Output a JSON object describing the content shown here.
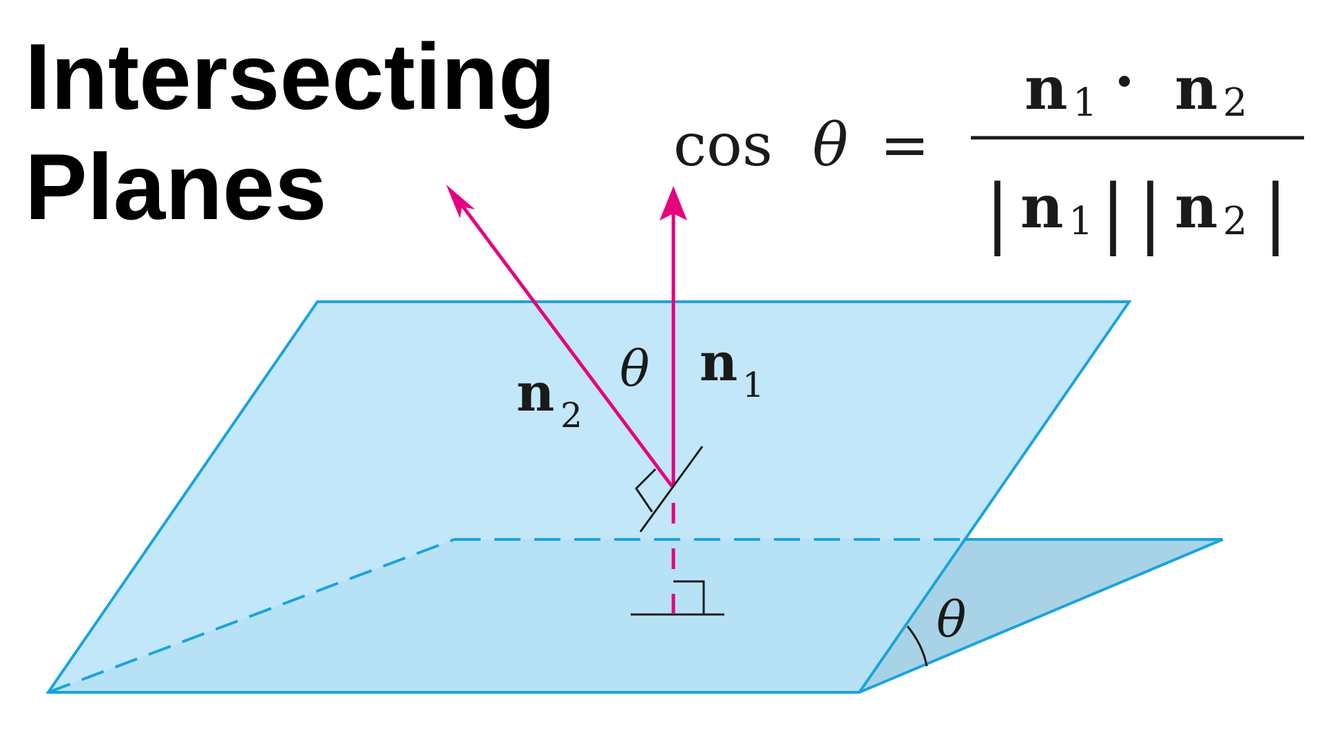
{
  "title": {
    "line1": "Intersecting",
    "line2": "Planes"
  },
  "formula": {
    "lhs_func": "cos",
    "lhs_var": "θ",
    "equals": "=",
    "numerator": {
      "vec_a": "n",
      "sub_a": "1",
      "dot": "·",
      "vec_b": "n",
      "sub_b": "2"
    },
    "denominator": {
      "bar": "|",
      "vec_a": "n",
      "sub_a": "1",
      "vec_b": "n",
      "sub_b": "2"
    }
  },
  "labels": {
    "theta_between_normals": "θ",
    "n1_vec": "n",
    "n1_sub": "1",
    "n2_vec": "n",
    "n2_sub": "2",
    "theta_dihedral": "θ"
  },
  "colors": {
    "plane_fill_upper": "#b8e4f7",
    "plane_fill_lower": "#a8d3e6",
    "plane_edge": "#1aa3dc",
    "normal_vector": "#e6007e",
    "ink": "#1a1a1a"
  }
}
